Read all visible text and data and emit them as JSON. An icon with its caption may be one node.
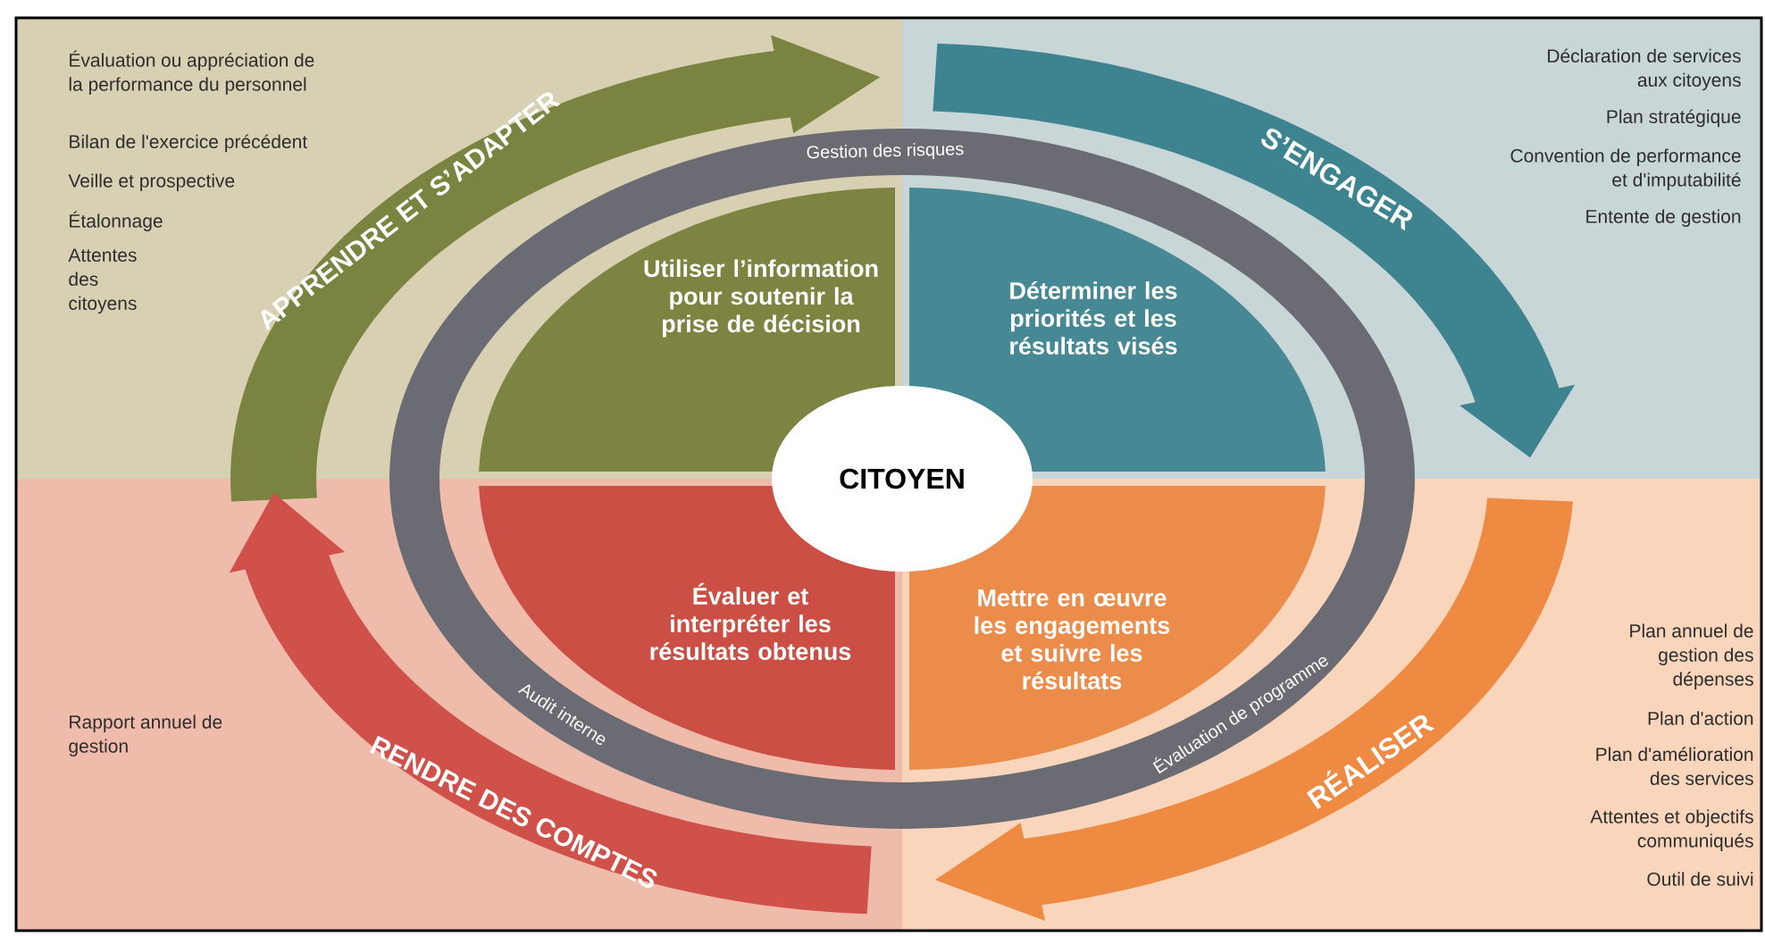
{
  "diagram": {
    "nodes": [
      {
        "text": [
          "APPRENDRE ET S’ADAPTER"
        ]
      },
      {
        "text": [
          "S’ENGAGER"
        ]
      },
      {
        "text": [
          "Gestion des risques",
          "Audit interne",
          "Évaluation de programme"
        ]
      },
      {
        "text": [
          "Utiliser l’information pour soutenir la prise de décision"
        ],
        "in": 2
      },
      {
        "text": [
          "Déterminer les priorités et les résultats visés"
        ],
        "in": 2
      },
      {
        "text": [
          "CITOYEN"
        ],
        "in": 2
      },
      {
        "text": [
          "Évaluer et interpréter les résultats obtenus"
        ],
        "in": 2
      },
      {
        "text": [
          "Mettre en œuvre les engagements et suivre les résultats"
        ],
        "in": 2
      },
      {
        "text": [
          "RENDRE DES COMPTES"
        ]
      },
      {
        "text": [
          "RÉALISER"
        ]
      }
    ],
    "labels": [
      "Évaluation ou appréciation de la performance du personnel",
      "Bilan de l'exercice précédent",
      "Veille et prospective",
      "Étalonnage",
      "Attentes des citoyens",
      "Déclaration de services aux citoyens",
      "Plan stratégique",
      "Convention de performance et d'imputabilité",
      "Entente de gestion",
      "Rapport annuel de gestion",
      "Plan annuel de gestion des dépenses",
      "Plan d'action",
      "Plan d'amélioration des services",
      "Attentes et objectifs communiqués",
      "Outil de suivi"
    ]
  }
}
